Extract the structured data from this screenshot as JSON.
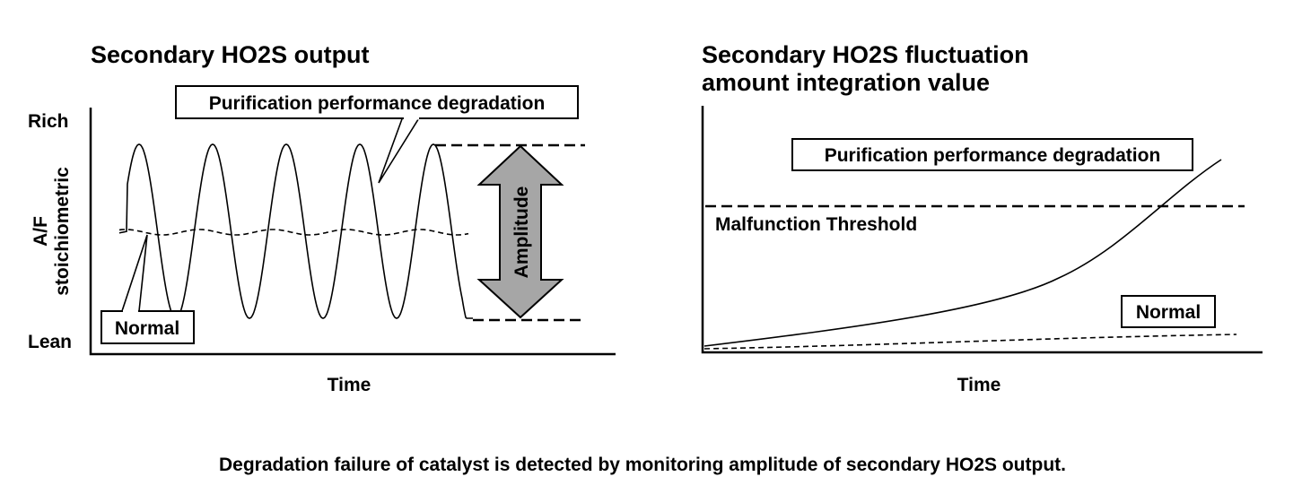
{
  "left_panel": {
    "title": "Secondary HO2S output",
    "y_top_label": "Rich",
    "y_mid_label_1": "A/F",
    "y_mid_label_2": "stoichiometric",
    "y_bottom_label": "Lean",
    "x_label": "Time",
    "degradation_label": "Purification performance degradation",
    "normal_label": "Normal",
    "amplitude_label": "Amplitude"
  },
  "right_panel": {
    "title_line1": "Secondary HO2S fluctuation",
    "title_line2": "amount integration value",
    "degradation_label": "Purification performance degradation",
    "threshold_label": "Malfunction Threshold",
    "normal_label": "Normal",
    "x_label": "Time"
  },
  "caption": "Degradation failure of catalyst is detected by monitoring amplitude of secondary HO2S output."
}
